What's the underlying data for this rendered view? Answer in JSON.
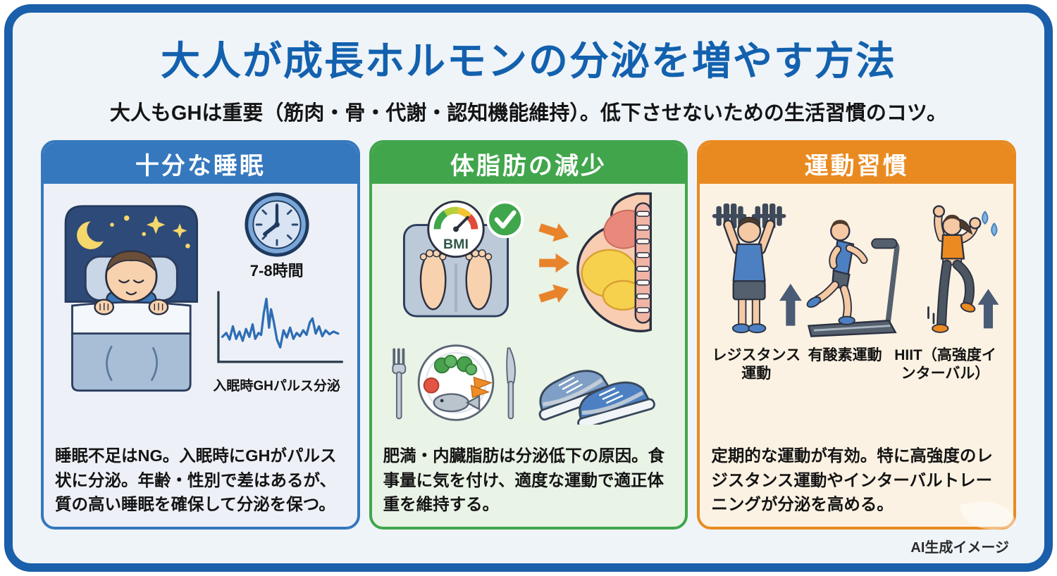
{
  "page": {
    "title": "大人が成長ホルモンの分泌を増やす方法",
    "subtitle": "大人もGHは重要（筋肉・骨・代謝・認知機能維持）。低下させないための生活習慣のコツ。",
    "footer_note": "AI生成イメージ"
  },
  "colors": {
    "frame_blue": "#1a5fa9",
    "title_blue": "#1361ae",
    "canvas_bg": "#eff4f9",
    "sleep_blue": "#3578be",
    "sleep_body_bg": "#edf1f7",
    "fat_green": "#41a54c",
    "fat_body_bg": "#e9f3e6",
    "exercise_orange": "#e98a21",
    "exercise_body_bg": "#fcf2e3",
    "pulse_line_blue": "#2e6db4",
    "arrow_slate": "#4a5b76",
    "accent_arrow_orange": "#e8832b"
  },
  "cards": {
    "sleep": {
      "header": "十分な睡眠",
      "clock_caption": "7-8時間",
      "graph_caption": "入眠時GHパルス分泌",
      "body_text": "睡眠不足はNG。入眠時にGHがパルス状に分泌。年齢・性別で差はあるが、質の高い睡眠を確保して分泌を保つ。"
    },
    "fat": {
      "header": "体脂肪の減少",
      "bmi_label": "BMI",
      "body_text": "肥満・内臓脂肪は分泌低下の原因。食事量に気を付け、適度な運動で適正体重を維持する。"
    },
    "exercise": {
      "header": "運動習慣",
      "activity_labels": [
        "レジスタンス運動",
        "有酸素運動",
        "HIIT（高強度インターバル）"
      ],
      "body_text": "定期的な運動が有効。特に高強度のレジスタンス運動やインターバルトレーニングが分泌を高める。"
    }
  }
}
